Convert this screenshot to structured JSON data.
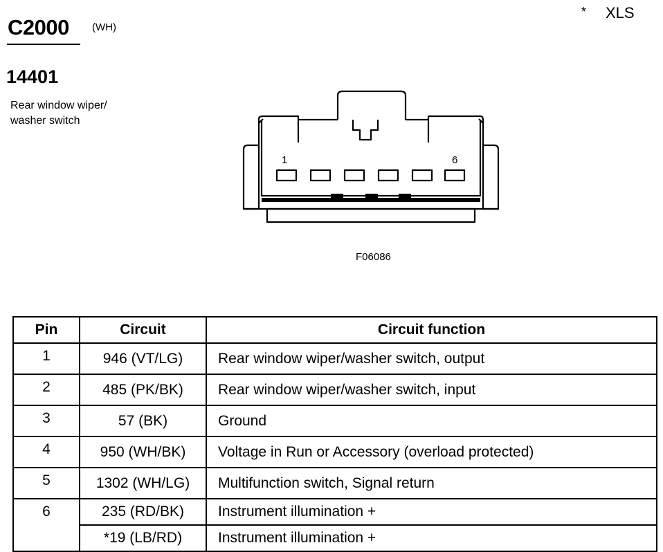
{
  "header": {
    "connector_id": "C2000",
    "connector_color": "(WH)",
    "note_asterisk": "*",
    "note_code": "XLS",
    "component_number": "14401",
    "component_desc_line1": "Rear window wiper/",
    "component_desc_line2": "washer switch"
  },
  "diagram": {
    "pin_label_first": "1",
    "pin_label_last": "6",
    "figure_id": "F06086"
  },
  "table": {
    "headers": {
      "pin": "Pin",
      "circuit": "Circuit",
      "function": "Circuit function"
    },
    "rows": [
      {
        "pin": "1",
        "circuit": "946 (VT/LG)",
        "function": "Rear window wiper/washer switch, output"
      },
      {
        "pin": "2",
        "circuit": "485 (PK/BK)",
        "function": "Rear window wiper/washer switch, input"
      },
      {
        "pin": "3",
        "circuit": "57 (BK)",
        "function": "Ground"
      },
      {
        "pin": "4",
        "circuit": "950 (WH/BK)",
        "function": "Voltage in Run or Accessory (overload protected)"
      },
      {
        "pin": "5",
        "circuit": "1302 (WH/LG)",
        "function": "Multifunction switch, Signal return"
      },
      {
        "pin": "6",
        "circuit": "235 (RD/BK)",
        "function": "Instrument illumination +"
      },
      {
        "pin": "",
        "circuit": "*19 (LB/RD)",
        "function": "Instrument illumination +"
      }
    ]
  }
}
